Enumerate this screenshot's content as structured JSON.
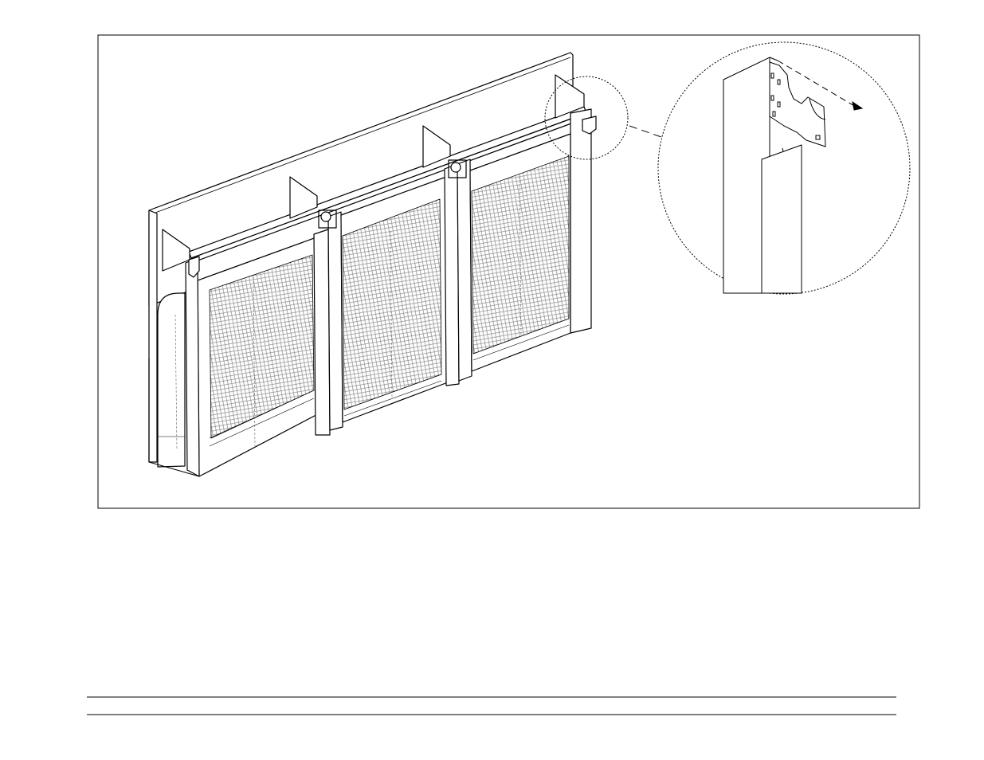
{
  "figure": {
    "content": "isometric-line-drawing",
    "colors": {
      "ink": "#000000",
      "paper": "#ffffff",
      "mesh": "#888888"
    },
    "main_view": {
      "panels": 3,
      "support_brackets": 4,
      "mesh_screens": 3
    },
    "detail_view": {
      "shape": "dotted-circle",
      "has_fastener_arrow": true
    }
  },
  "footer": {
    "rules": 2
  }
}
